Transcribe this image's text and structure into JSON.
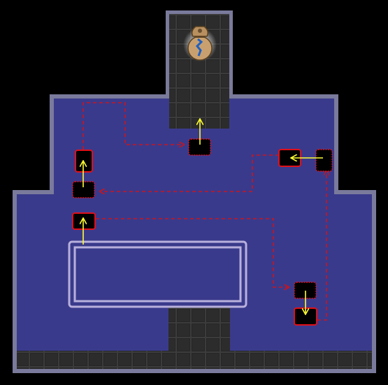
{
  "map": {
    "colors": {
      "background": "#000000",
      "floor": "#3a3a8c",
      "wall_border": "#7a7a9c",
      "dark_tile": "#262626",
      "tile_grid": "#3c3c3c",
      "tile_outline_red": "#e0101a",
      "move_arrow": "#ffff33",
      "warp_path": "#c8141e",
      "inner_frame": "#b8b0dc"
    },
    "item": {
      "name": "sack-of-money",
      "icon": "money-bag-icon"
    },
    "tiles": [
      {
        "id": "tile-top-center"
      },
      {
        "id": "tile-left-upper"
      },
      {
        "id": "tile-left-middle"
      },
      {
        "id": "tile-left-lower"
      },
      {
        "id": "tile-right-arrow-left"
      },
      {
        "id": "tile-right-edge"
      },
      {
        "id": "tile-bottom-right-upper"
      },
      {
        "id": "tile-bottom-right-lower"
      }
    ]
  }
}
